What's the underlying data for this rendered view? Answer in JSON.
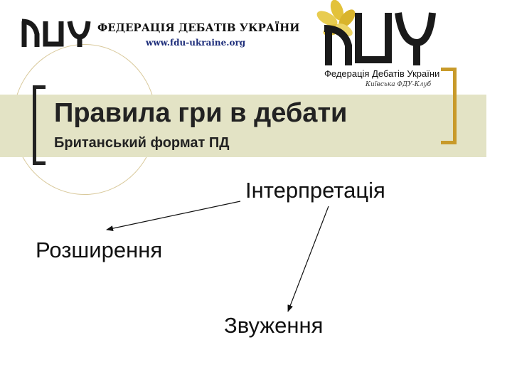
{
  "header": {
    "federation_name": "ФЕДЕРАЦІЯ ДЕБАТІВ УКРАЇНИ",
    "website": "www.fdu-ukraine.org",
    "logo_small_letters": "ФДУ",
    "logo_large_letters": "ФДУ",
    "logo_large_caption": "Федерація Дебатів України",
    "logo_signature": "Київська ФДУ-Клуб"
  },
  "title": "Правила гри в дебати",
  "subtitle": "Британський формат ПД",
  "diagram": {
    "root": "Інтерпретація",
    "left": "Розширення",
    "bottom": "Звуження"
  },
  "colors": {
    "band": "#e3e3c5",
    "accent_gold": "#c89a2a",
    "flower": "#e3c23a",
    "url_blue": "#1d2d7a"
  }
}
